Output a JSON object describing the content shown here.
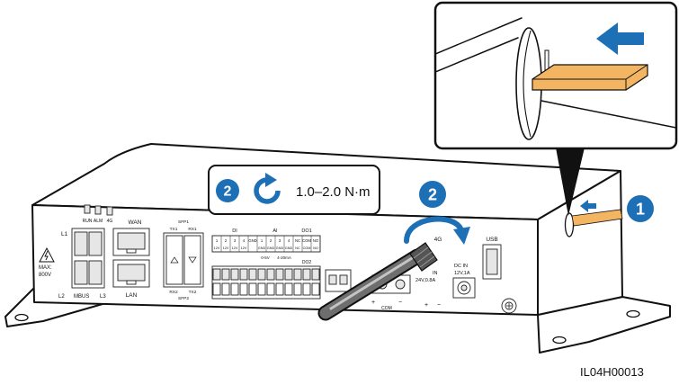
{
  "figure_code": "IL04H00013",
  "steps": {
    "sim_insert": "1",
    "antenna_tighten": "2",
    "torque_step": "2"
  },
  "torque": {
    "value": "1.0–2.0 N·m"
  },
  "device": {
    "indicators": [
      "RUN",
      "ALM",
      "4G"
    ],
    "wan": "WAN",
    "lan": "LAN",
    "power": {
      "l1": "L1",
      "l2": "L2",
      "mbus": "MBUS",
      "l3": "L3",
      "max_label": "MAX:",
      "max_value": "800V"
    },
    "sfp": {
      "sfp1": "SFP1",
      "tx1": "TX1",
      "rx1": "RX1",
      "rx2": "RX2",
      "tx2": "TX2",
      "sfp2": "SFP2"
    },
    "di": {
      "title": "DI",
      "pins": [
        "1",
        "2",
        "3",
        "4",
        "GND"
      ],
      "row2": [
        "12V",
        "12V",
        "12V",
        "12V"
      ]
    },
    "ai": {
      "title": "AI",
      "pins": [
        "1",
        "2",
        "3",
        "4"
      ],
      "row2": [
        "GND",
        "GND",
        "GND",
        "GND"
      ],
      "ranges": [
        "0-5V",
        "4-20mA"
      ]
    },
    "do": {
      "do1": "DO1",
      "do2": "DO2",
      "pins": [
        "NC",
        "COM",
        "NO"
      ],
      "row2": [
        "NC",
        "COM",
        "NO"
      ]
    },
    "antenna_label": "4G",
    "power_out": {
      "in": "IN",
      "rating": "24V,0.8A"
    },
    "dc_in": {
      "label": "DC IN",
      "rating": "12V,1A"
    },
    "com": "COM",
    "polarity": [
      "+",
      "−",
      "+",
      "−"
    ],
    "usb": "USB"
  },
  "colors": {
    "accent": "#1d6fb6",
    "sim_card": "#f3b562",
    "outline": "#111111"
  }
}
